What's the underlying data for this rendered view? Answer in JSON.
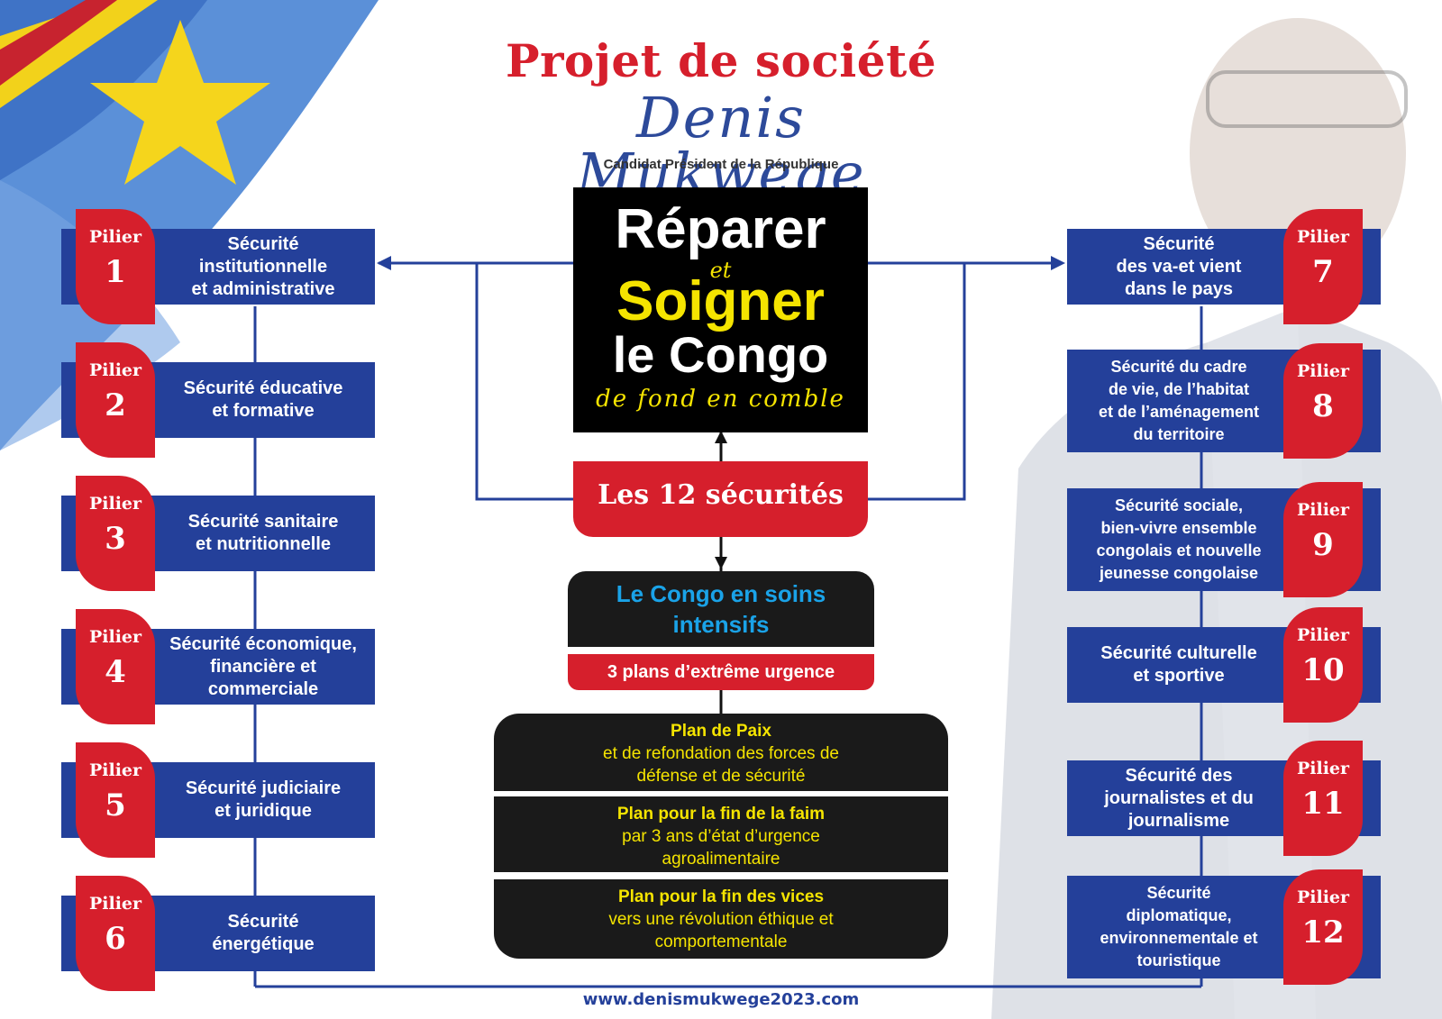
{
  "header": {
    "title": "Projet de société",
    "signature": "Denis Mukwege",
    "subtitle": "Candidat Président de la République"
  },
  "hero": {
    "line1": "Réparer",
    "connector": "et",
    "line2": "Soigner",
    "line3": "le Congo",
    "tagline": "de fond en comble"
  },
  "securities_label": "Les 12 sécurités",
  "intensive": {
    "title_line1": "Le Congo en soins",
    "title_line2": "intensifs",
    "urgence": "3 plans d’extrême urgence"
  },
  "plans": [
    {
      "title": "Plan de Paix",
      "line1": "et de refondation des forces de",
      "line2": "défense et de sécurité"
    },
    {
      "title": "Plan pour la fin de la faim",
      "line1": "par 3 ans d’état d’urgence",
      "line2": "agroalimentaire"
    },
    {
      "title": "Plan pour la fin des vices",
      "line1": "vers une révolution éthique et",
      "line2": "comportementale"
    }
  ],
  "pillar_word": "Pilier",
  "pillars": [
    {
      "number": "1",
      "lines": [
        "Sécurité",
        "institutionnelle",
        "et administrative"
      ]
    },
    {
      "number": "2",
      "lines": [
        "Sécurité éducative",
        "et formative"
      ]
    },
    {
      "number": "3",
      "lines": [
        "Sécurité sanitaire",
        "et nutritionnelle"
      ]
    },
    {
      "number": "4",
      "lines": [
        "Sécurité économique,",
        "financière et",
        "commerciale"
      ]
    },
    {
      "number": "5",
      "lines": [
        "Sécurité judiciaire",
        "et juridique"
      ]
    },
    {
      "number": "6",
      "lines": [
        "Sécurité",
        "énergétique"
      ]
    },
    {
      "number": "7",
      "lines": [
        "Sécurité",
        "des va-et vient",
        "dans le pays"
      ]
    },
    {
      "number": "8",
      "lines": [
        "Sécurité du cadre",
        "de vie, de l’habitat",
        "et de l’aménagement",
        "du territoire"
      ]
    },
    {
      "number": "9",
      "lines": [
        "Sécurité sociale,",
        "bien-vivre ensemble",
        "congolais et nouvelle",
        "jeunesse congolaise"
      ]
    },
    {
      "number": "10",
      "lines": [
        "Sécurité culturelle",
        "et sportive"
      ]
    },
    {
      "number": "11",
      "lines": [
        "Sécurité des",
        "journalistes et du",
        "journalisme"
      ]
    },
    {
      "number": "12",
      "lines": [
        "Sécurité",
        "diplomatique,",
        "environnementale et",
        "touristique"
      ]
    }
  ],
  "footer": "www.denismukwege2023.com",
  "colors": {
    "red": "#d61f2c",
    "blue": "#24409a",
    "yellow": "#f5e400",
    "black": "#1a1a1a",
    "cyan": "#1aa3e8"
  }
}
